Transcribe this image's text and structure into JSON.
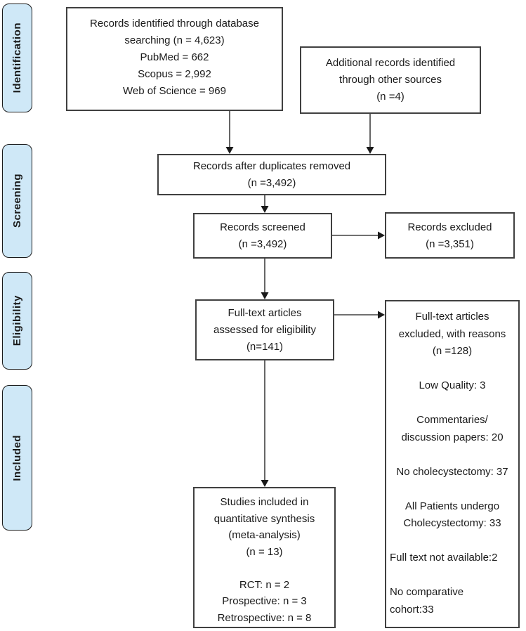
{
  "colors": {
    "sidebar_fill": "#cfe8f7",
    "box_border": "#404040",
    "arrow": "#404040"
  },
  "sidebar": {
    "items": [
      {
        "label": "Identification"
      },
      {
        "label": "Screening"
      },
      {
        "label": "Eligibility"
      },
      {
        "label": "Included"
      }
    ]
  },
  "boxes": {
    "records_identified": {
      "lines": [
        "Records identified through database",
        "searching (n = 4,623)",
        "PubMed = 662",
        "Scopus = 2,992",
        "Web of Science = 969"
      ]
    },
    "additional_records": {
      "lines": [
        "Additional records identified",
        "through other sources",
        "(n =4)"
      ]
    },
    "duplicates_removed": {
      "lines": [
        "Records after duplicates removed",
        "(n =3,492)"
      ]
    },
    "records_screened": {
      "lines": [
        "Records screened",
        "(n =3,492)"
      ]
    },
    "records_excluded": {
      "lines": [
        "Records excluded",
        "(n =3,351)"
      ]
    },
    "fulltext_assessed": {
      "lines": [
        "Full-text articles",
        "assessed for eligibility",
        "(n=141)"
      ]
    },
    "fulltext_excluded": {
      "lines_centered": [
        "Full-text articles",
        "excluded, with reasons",
        "(n =128)",
        "",
        "Low Quality: 3",
        "",
        "Commentaries/",
        "discussion papers: 20",
        "",
        "No cholecystectomy: 37",
        "",
        "All Patients undergo",
        "Cholecystectomy: 33",
        ""
      ],
      "lines_left": [
        "Full text not available:2",
        "",
        "No comparative",
        "cohort:33"
      ]
    },
    "studies_included": {
      "lines": [
        "Studies included in",
        "quantitative synthesis",
        "(meta-analysis)",
        "(n = 13)",
        "",
        "RCT: n = 2",
        "Prospective: n = 3",
        "Retrospective: n = 8"
      ]
    }
  }
}
